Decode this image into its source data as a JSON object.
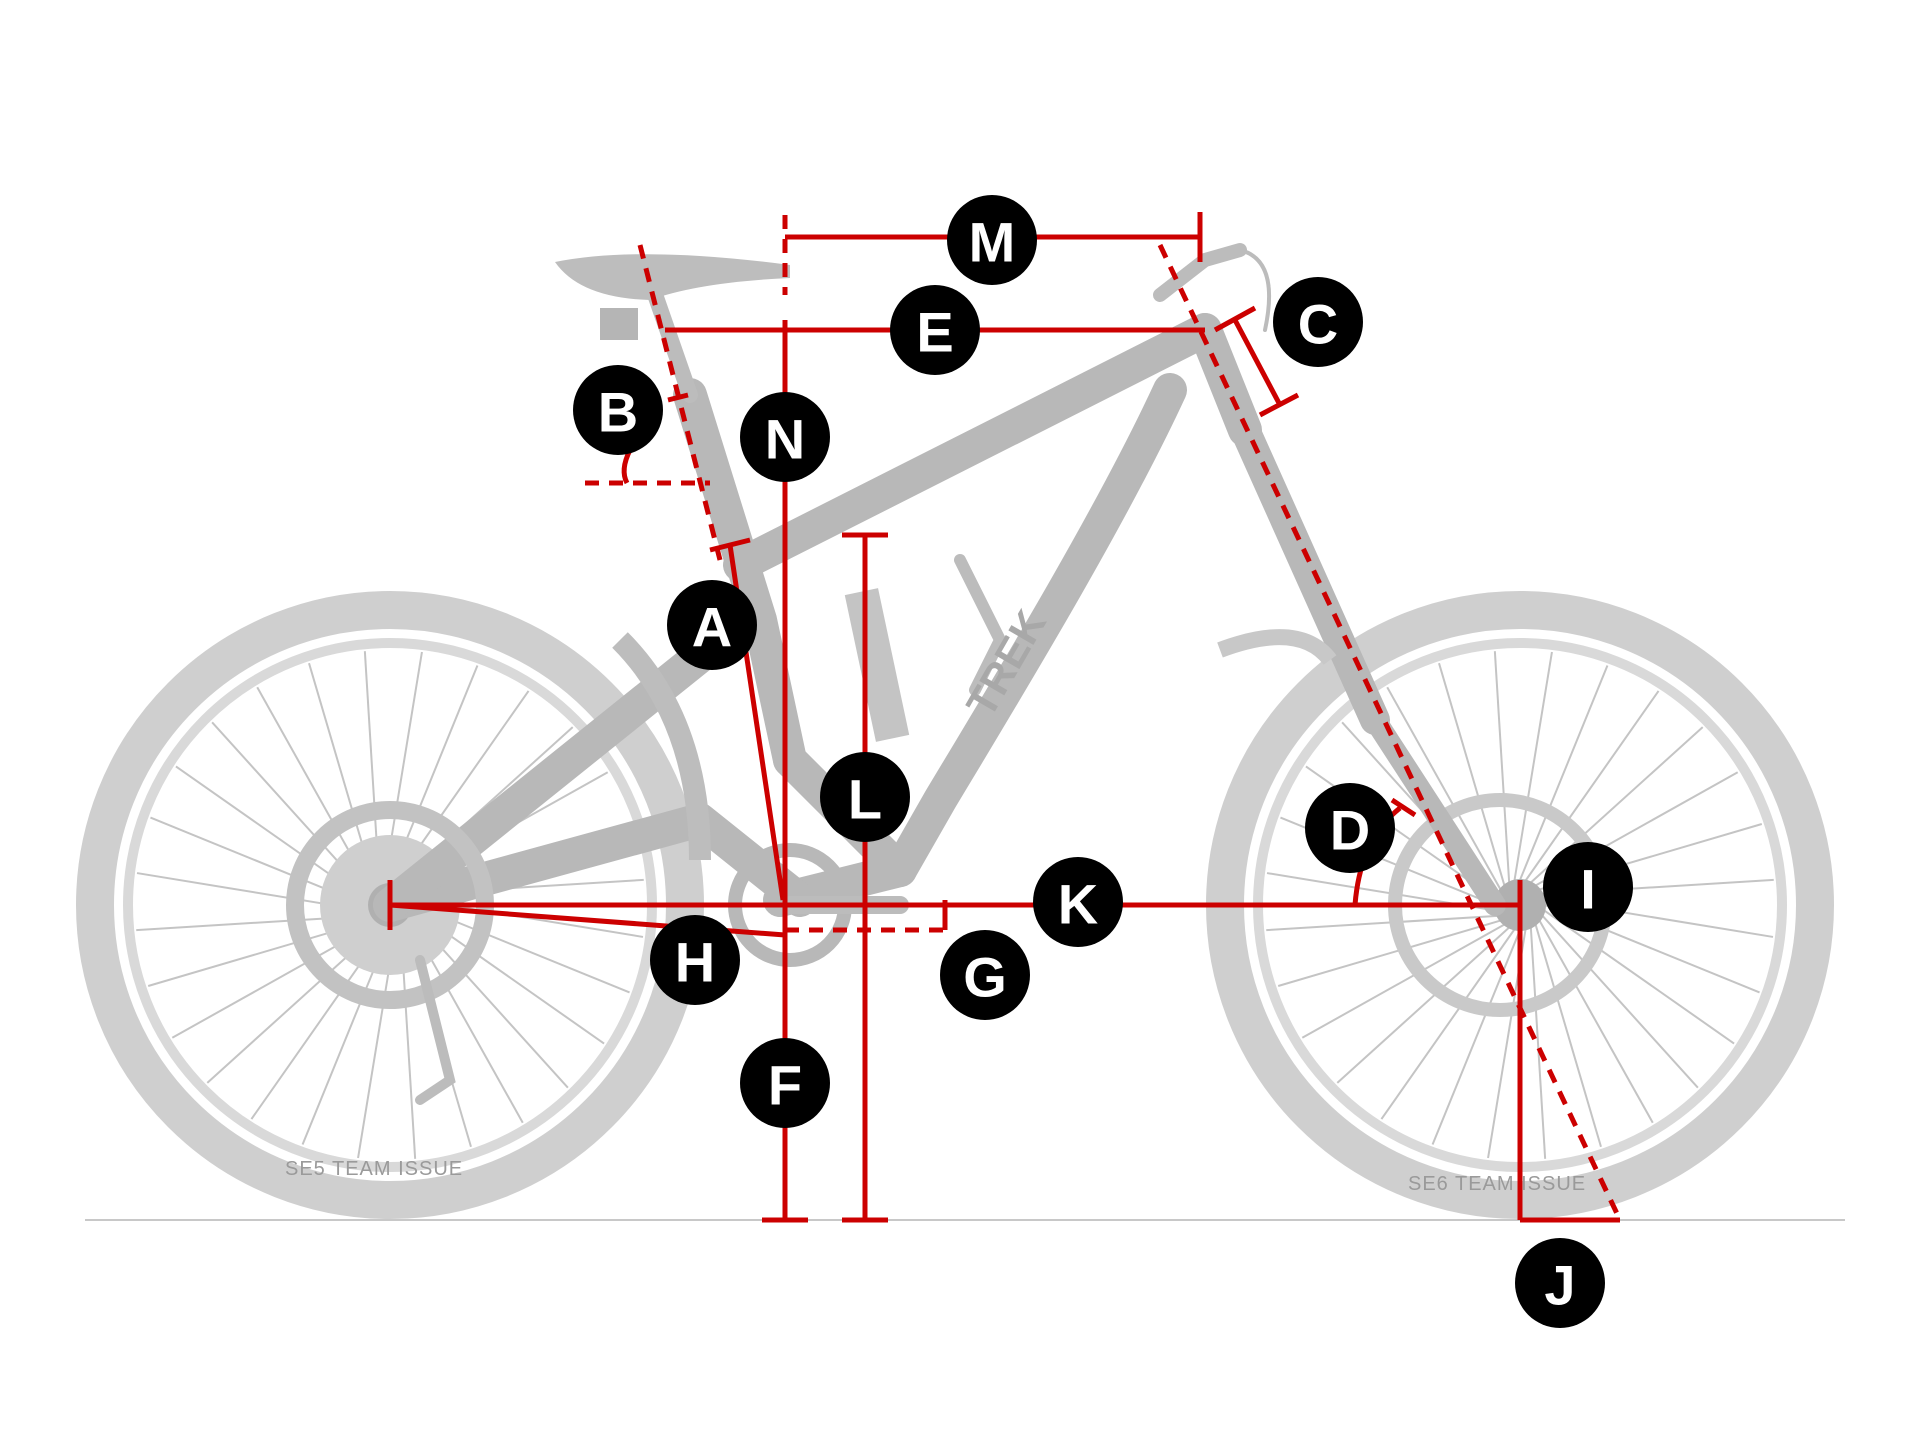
{
  "badges": [
    "A",
    "B",
    "C",
    "D",
    "E",
    "F",
    "G",
    "H",
    "I",
    "J",
    "K",
    "L",
    "M",
    "N"
  ],
  "tire_labels": {
    "rear": "SE5  TEAM ISSUE",
    "front": "SE6  TEAM ISSUE"
  },
  "frame_brand": "TREK",
  "colors": {
    "measure": "#cc0000",
    "badge": "#000000",
    "bike": "#bdbdbd"
  }
}
